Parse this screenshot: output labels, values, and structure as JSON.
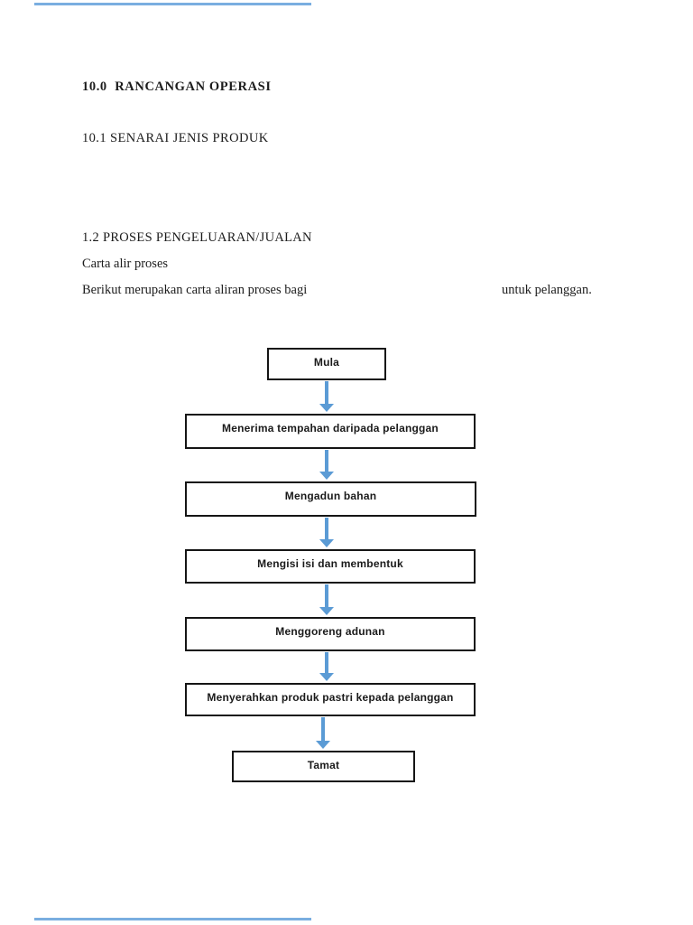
{
  "colors": {
    "arrow_blue": "#5B9BD5",
    "edge_line_blue": "#7AAEE0",
    "box_border": "#151515",
    "text": "#1c1c1c"
  },
  "document": {
    "section_heading": "10.0  RANCANGAN OPERASI",
    "subsection_1": "10.1 SENARAI JENIS PRODUK",
    "subsection_2": "1.2 PROSES PENGELUARAN/JUALAN",
    "caption": "Carta alir proses",
    "intro_text_left": "Berikut merupakan carta aliran proses bagi",
    "intro_text_right": "untuk pelanggan."
  },
  "flowchart": {
    "nodes": [
      {
        "label": "Mula"
      },
      {
        "label": "Menerima tempahan daripada pelanggan"
      },
      {
        "label": "Mengadun bahan"
      },
      {
        "label": "Mengisi isi dan membentuk"
      },
      {
        "label": "Menggoreng adunan"
      },
      {
        "label": "Menyerahkan produk pastri kepada pelanggan"
      },
      {
        "label": "Tamat"
      }
    ]
  }
}
